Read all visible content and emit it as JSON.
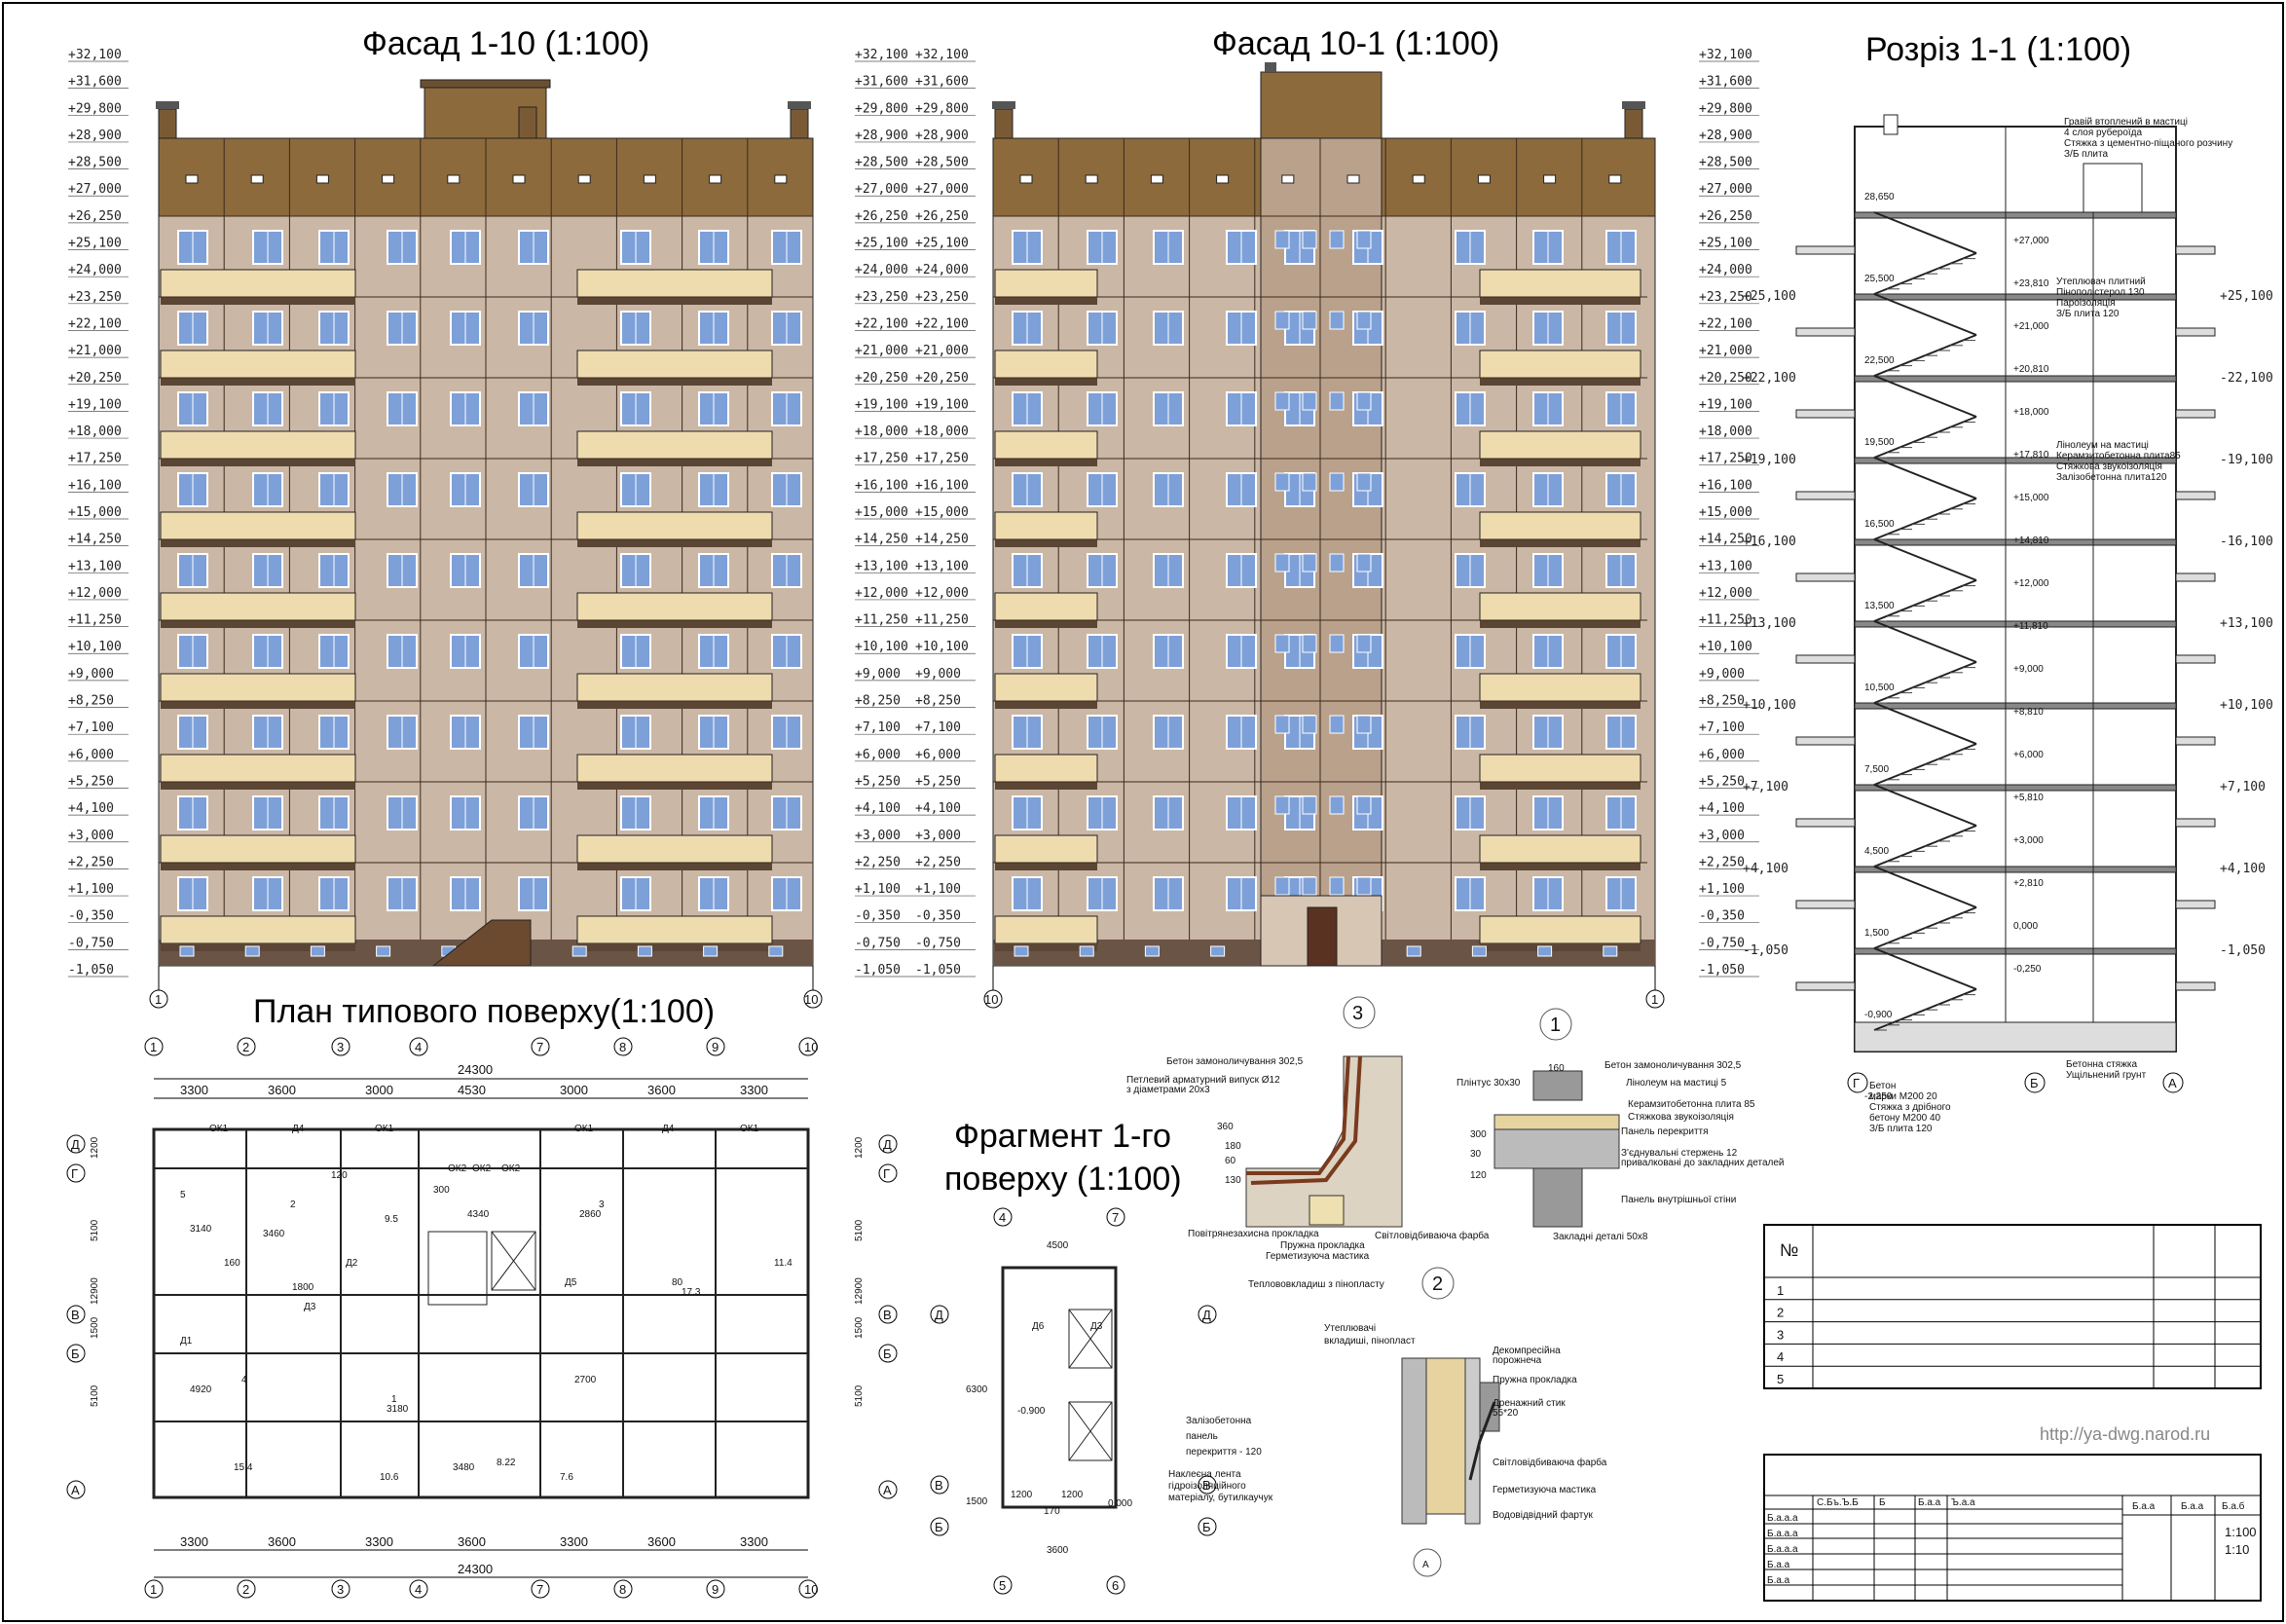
{
  "titles": {
    "facade_1_10": "Фасад   1-10 (1:100)",
    "facade_10_1": "Фасад   10-1 (1:100)",
    "section_1_1": "Розріз 1-1 (1:100)",
    "typical_plan": "План типового поверху(1:100)",
    "fragment_line1": "Фрагмент 1-го",
    "fragment_line2": "поверху (1:100)"
  },
  "colors": {
    "roof_band": "#8c6a3c",
    "wall": "#cbb7a5",
    "wall_dark": "#a58a73",
    "balcony": "#efdcae",
    "balcony_shadow": "#5b4636",
    "window": "#7da0d9",
    "base": "#6a5446"
  },
  "facade_levels": [
    "+32,100",
    "+31,600",
    "+29,800",
    "+28,900",
    "+28,500",
    "+27,000",
    "+26,250",
    "+25,100",
    "+24,000",
    "+23,250",
    "+22,100",
    "+21,000",
    "+20,250",
    "+19,100",
    "+18,000",
    "+17,250",
    "+16,100",
    "+15,000",
    "+14,250",
    "+13,100",
    "+12,000",
    "+11,250",
    "+10,100",
    "+9,000",
    "+8,250",
    "+7,100",
    "+6,000",
    "+5,250",
    "+4,100",
    "+3,000",
    "+2,250",
    "+1,100",
    "-0,350",
    "-0,750",
    "-1,050"
  ],
  "axes": {
    "facade1": [
      "1",
      "10"
    ],
    "facade2": [
      "10",
      "1"
    ],
    "plan_top": [
      "1",
      "2",
      "3",
      "4",
      "7",
      "8",
      "9",
      "10"
    ],
    "plan_left": [
      "Д",
      "Г",
      "В",
      "Б",
      "А"
    ],
    "section": [
      "Г",
      "Б",
      "А"
    ],
    "fragment_top": [
      "4",
      "7"
    ],
    "fragment_bottom": [
      "5",
      "6"
    ],
    "fragment_left": [
      "Д",
      "В",
      "Б"
    ]
  },
  "plan": {
    "total_dim": "24300",
    "top_dims": [
      "3300",
      "3600",
      "3000",
      "4530",
      "3000",
      "3600",
      "3300"
    ],
    "bottom_dims": [
      "3300",
      "3600",
      "3300",
      "3600",
      "3300",
      "3600",
      "3300"
    ],
    "side_dims": [
      "1200",
      "5100",
      "12900",
      "1500",
      "5100"
    ],
    "labels": [
      "ОК1",
      "Д4",
      "ОК1",
      "ОК2",
      "ОК2",
      "ОК2",
      "ОК1",
      "Д4",
      "ОК1",
      "4340",
      "2860",
      "3140",
      "3460",
      "4920",
      "3180",
      "3480",
      "Д1",
      "Д2",
      "Д3",
      "Д5",
      "9.5",
      "11.4",
      "17.3",
      "10.6",
      "15.4",
      "7.6",
      "8.22",
      "1800",
      "120",
      "300",
      "160",
      "80",
      "2700",
      "1",
      "2",
      "3",
      "4",
      "5"
    ]
  },
  "fragment": {
    "dims": [
      "4500",
      "6300",
      "1200",
      "1200",
      "170",
      "3600",
      "1500"
    ],
    "marks": [
      "-0.900",
      "0.000",
      "Д6",
      "Д3"
    ]
  },
  "section_levels_left": [
    "+25,100",
    "+22,100",
    "+19,100",
    "+16,100",
    "+13,100",
    "+10,100",
    "+7,100",
    "+4,100",
    "-1,050"
  ],
  "section_levels_mid": [
    "28,650",
    "25,500",
    "22,500",
    "19,500",
    "16,500",
    "13,500",
    "10,500",
    "7,500",
    "4,500",
    "1,500",
    "-0,900",
    "-2,250"
  ],
  "section_levels_mid2": [
    "+27,000",
    "+23,810",
    "+21,000",
    "+20,810",
    "+18,000",
    "+17,810",
    "+15,000",
    "+14,810",
    "+12,000",
    "+11,810",
    "+9,000",
    "+8,810",
    "+6,000",
    "+5,810",
    "+3,000",
    "+2,810",
    "0,000",
    "-0,250"
  ],
  "section_levels_right": [
    "+25,100",
    "-22,100",
    "-19,100",
    "-16,100",
    "+13,100",
    "+10,100",
    "+7,100",
    "+4,100",
    "-1,050"
  ],
  "section_notes": [
    "Гравій втоплений в мастиці",
    "4 слоя рубероїда",
    "Стяжка з цементно-піщаного розчину",
    "З/Б плита",
    "Утеплювач плитний",
    "Пінополістерол 130",
    "Пароізоляція",
    "З/Б плита 120",
    "Лінолеум на мастиці",
    "Керамзитобетонна плита85",
    "Стяжкова звукоізоляція",
    "Залізобетонна плита120",
    "Бетонна стяжка",
    "Ущільнений грунт",
    "Бетон",
    "марки М200 20",
    "Стяжка з дрібного",
    "бетону М200 40",
    "З/Б плита 120"
  ],
  "detail1": {
    "num": "1",
    "labels": [
      "Бетон замоноличування 302,5",
      "Лінолеум на мастиці 5",
      "Керамзитобетонна плита 85",
      "Стяжкова звукоізоляція",
      "Панель перекриття",
      "З'єднувальні стержень 12",
      "привалковані до закладних деталей",
      "Панель внутрішньої стіни",
      "Закладні деталі 50х8",
      "Плінтус 30х30",
      "160",
      "300",
      "30",
      "120"
    ]
  },
  "detail2": {
    "num": "2",
    "labels": [
      "Утеплювачі",
      "вкладиші, пінопласт",
      "Декомпресійна",
      "порожнеча",
      "Пружна прокладка",
      "Дренажний стик",
      "55*20",
      "Світловідбиваюча фарба",
      "Герметизуюча мастика",
      "Водовідвідний фартук",
      "Залізобетонна",
      "панель",
      "перекриття - 120",
      "Наклеєна лента",
      "гідроізоляційного",
      "матеріалу, бутилкаучук",
      "А"
    ]
  },
  "detail3": {
    "num": "3",
    "labels": [
      "Бетон замоноличування 302,5",
      "Петлевий арматурний випуск Ø12",
      "з діаметрами 20х3",
      "Повітрянезахисна прокладка",
      "Пружна прокладка",
      "Герметизуюча мастика",
      "Теплововкладиш з пінопласту",
      "Світловідбиваюча фарба",
      "360",
      "180",
      "60",
      "130"
    ]
  },
  "revision_table": {
    "header": "№",
    "rows": [
      "1",
      "2",
      "3",
      "4",
      "5"
    ]
  },
  "title_block": {
    "cols": [
      "С.Бъ.Ъ.Б",
      "Б",
      "Б.а.а",
      "Ъ.а.а"
    ],
    "rows": [
      "Б.а.а.а",
      "Б.а.а.а",
      "Б.а.а.а",
      "Б.а.а",
      "Б.а.а"
    ],
    "right_headers": [
      "Б.а.а",
      "Б.а.а",
      "Б.а.б"
    ],
    "scales": [
      "1:100",
      "1:10"
    ]
  },
  "watermark": "http://ya-dwg.narod.ru"
}
